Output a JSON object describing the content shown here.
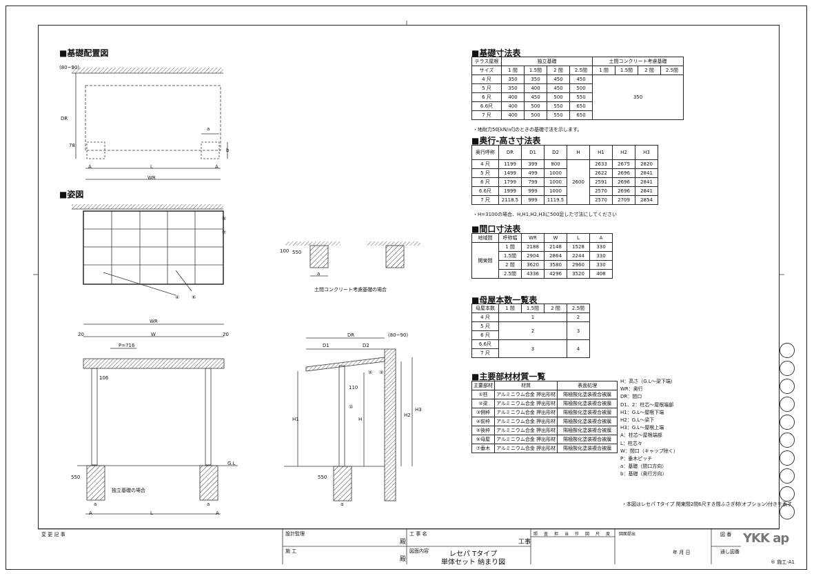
{
  "sections": {
    "kiso_haichi": "■基礎配置図",
    "sugata": "■姿図",
    "kiso_sunpo": "■基礎寸法表",
    "okuyuki": "■奥行-高さ寸法表",
    "maguchi": "■間口寸法表",
    "moya": "■母屋本数一覧表",
    "buzai": "■主要部材材質一覧"
  },
  "drawing_labels": {
    "dr_vert": "DR",
    "top_8090": "(80~90)",
    "v78": "78",
    "a": "a",
    "b": "b",
    "A": "A",
    "L": "L",
    "WR": "WR",
    "W": "W",
    "n20": "20",
    "P716": "P=716",
    "n106": "106",
    "n550": "550",
    "GL": "G.L",
    "dokuritsu": "独立基礎の場合",
    "doma_caption": "土間コンクリート考慮基礎の場合",
    "n100": "100",
    "D1": "D1",
    "D2": "D2",
    "DR": "DR",
    "side_8090": "(80~90)",
    "n110": "110",
    "H": "H",
    "H1": "H1",
    "H2": "H2",
    "H3": "H3",
    "c1": "①",
    "c2": "②",
    "c3": "③",
    "c4": "④",
    "c5": "⑤",
    "c6": "⑥",
    "c7": "⑦"
  },
  "kiso_table": {
    "r1": [
      "テラス屋根",
      "独立基礎",
      "土間コンクリート考慮基礎"
    ],
    "r2": [
      "サイズ",
      "1 間",
      "1.5間",
      "2 間",
      "2.5間",
      "1 間",
      "1.5間",
      "2 間",
      "2.5間"
    ],
    "rows": [
      [
        "4 尺",
        "350",
        "350",
        "450",
        "450"
      ],
      [
        "5 尺",
        "350",
        "400",
        "450",
        "500"
      ],
      [
        "6 尺",
        "400",
        "450",
        "500",
        "550"
      ],
      [
        "6.6尺",
        "400",
        "500",
        "550",
        "650"
      ],
      [
        "7 尺",
        "400",
        "500",
        "550",
        "650"
      ]
    ],
    "merged": "350",
    "note": "・地耐力50[kN/㎡]のときの基礎寸法を示します。"
  },
  "okuyuki_table": {
    "header": [
      "奥行呼称",
      "DR",
      "D1",
      "D2",
      "H",
      "H1",
      "H2",
      "H3"
    ],
    "rows": [
      [
        "4 尺",
        "1199",
        "399",
        "800",
        "2633",
        "2675",
        "2820"
      ],
      [
        "5 尺",
        "1499",
        "499",
        "1000",
        "2622",
        "2696",
        "2841"
      ],
      [
        "6 尺",
        "1799",
        "799",
        "1000",
        "2591",
        "2696",
        "2841"
      ],
      [
        "6.6尺",
        "1999",
        "999",
        "1000",
        "2570",
        "2696",
        "2841"
      ],
      [
        "7 尺",
        "2118.5",
        "999",
        "1119.5",
        "2570",
        "2709",
        "2854"
      ]
    ],
    "H": "2600",
    "note": "・H=3100の場合、H,H1,H2,H3に500足した寸法にしてください"
  },
  "maguchi_table": {
    "header": [
      "地域間",
      "呼称幅",
      "WR",
      "W",
      "L",
      "A"
    ],
    "region": "関東間",
    "rows": [
      [
        "1 間",
        "2188",
        "2148",
        "1528",
        "330"
      ],
      [
        "1.5間",
        "2904",
        "2864",
        "2244",
        "330"
      ],
      [
        "2 間",
        "3620",
        "3580",
        "2960",
        "330"
      ],
      [
        "2.5間",
        "4336",
        "4296",
        "3520",
        "408"
      ]
    ]
  },
  "moya_table": {
    "header": [
      "母屋本数",
      "1 間",
      "1.5間",
      "2 間",
      "2.5間"
    ],
    "sizes": [
      "4 尺",
      "5 尺",
      "6 尺",
      "6.6尺",
      "7 尺"
    ],
    "v1": "1",
    "v2": "2",
    "v3": "3",
    "v4": "4"
  },
  "buzai_table": {
    "header": [
      "主要部材",
      "材質",
      "表面処理"
    ],
    "rows": [
      [
        "①柱",
        "アルミニウム合金 押出形材",
        "陽極酸化塗装複合被膜"
      ],
      [
        "②梁",
        "アルミニウム合金 押出形材",
        "陽極酸化塗装複合被膜"
      ],
      [
        "③側枠",
        "アルミニウム合金 押出形材",
        "陽極酸化塗装複合被膜"
      ],
      [
        "④前枠",
        "アルミニウム合金 押出形材",
        "陽極酸化塗装複合被膜"
      ],
      [
        "⑤後枠",
        "アルミニウム合金 押出形材",
        "陽極酸化塗装複合被膜"
      ],
      [
        "⑥母屋",
        "アルミニウム合金 押出形材",
        "陽極酸化塗装複合被膜"
      ],
      [
        "⑦垂木",
        "アルミニウム合金 押出形材",
        "陽極酸化塗装複合被膜"
      ]
    ]
  },
  "legend": [
    "H：高さ（G.L～梁下端）",
    "WR：奥行",
    "DR：間口",
    "D1、2：柱芯～屋根端部",
    "H1：G.L～屋根下端",
    "H2：G.L～梁下",
    "H3：G.L～屋根上端",
    "A：柱芯～屋根端部",
    "L：柱芯々",
    "W：間口（キャップ除く）",
    "P：垂木ピッチ",
    "a：基礎（間口方向）",
    "b：基礎（奥行方向）"
  ],
  "footnote": "・本図はレセパ Tタイプ 関東間2間6尺すき間ふさぎ材(オプション)付きを表す",
  "title_block": {
    "henkou": "変 更 記 事",
    "sekkei": "設計監理",
    "sekou": "施 工",
    "dono1": "殿",
    "dono2": "殿",
    "koujimei": "工 事 名",
    "kouji": "工事",
    "zumen_naiyou": "図面内容",
    "title1": "レセパ Tタイプ",
    "title2": "単体セット 納まり図",
    "cols": [
      "照",
      "査",
      "担",
      "当",
      "作",
      "図",
      "尺",
      "度"
    ],
    "shuppan": "図面提出",
    "date": "年 月 日",
    "zuban": "図 番",
    "tooshi": "通し図番",
    "brand": "YKK ap",
    "code": "® 施工-A1"
  }
}
